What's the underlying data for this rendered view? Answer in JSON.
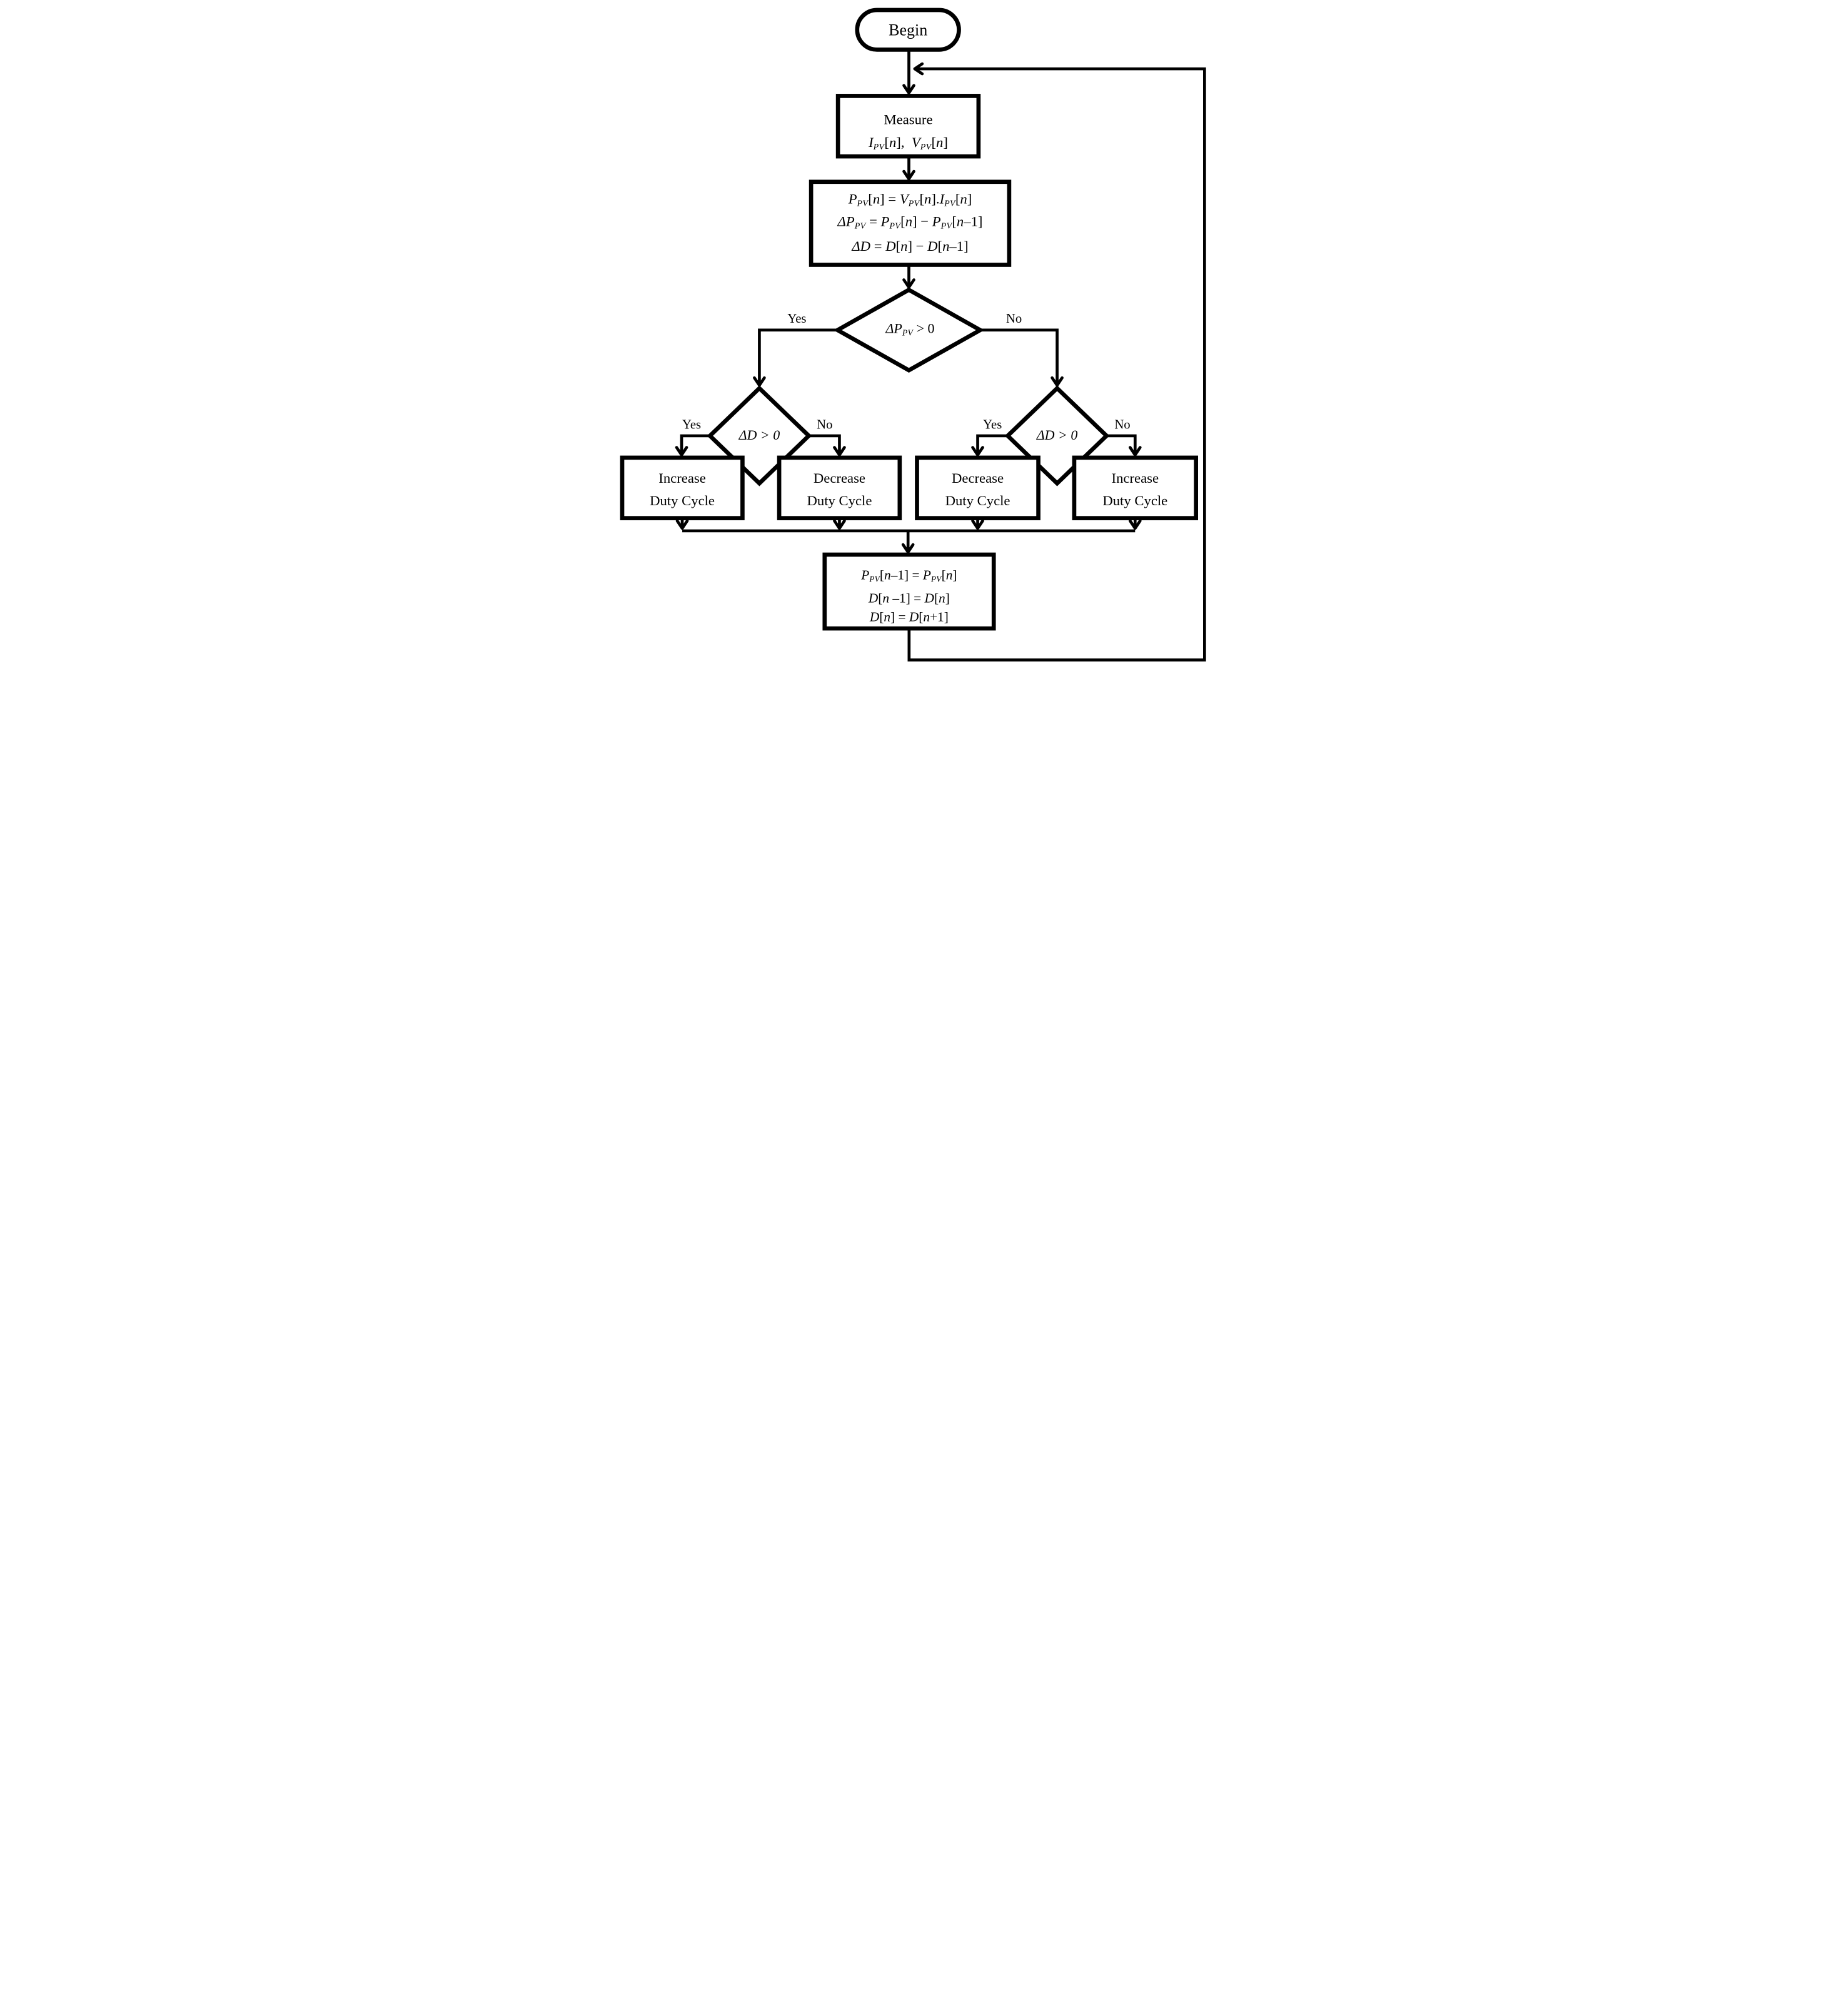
{
  "colors": {
    "ink": "#000000",
    "background": "#ffffff"
  },
  "nodes": {
    "begin": {
      "label": "Begin"
    },
    "measure": {
      "line1": "Measure",
      "line2": [
        [
          "I",
          "v"
        ],
        [
          "PV",
          "sv"
        ],
        [
          "[",
          "r"
        ],
        [
          "n",
          "v"
        ],
        [
          "], ",
          "r"
        ],
        [
          "V",
          "v"
        ],
        [
          "PV",
          "sv"
        ],
        [
          "[",
          "r"
        ],
        [
          "n",
          "v"
        ],
        [
          "]",
          "r"
        ]
      ]
    },
    "compute": {
      "line1": [
        [
          "P",
          "v"
        ],
        [
          "PV",
          "sv"
        ],
        [
          "[",
          "r"
        ],
        [
          "n",
          "v"
        ],
        [
          "] = ",
          "r"
        ],
        [
          "V",
          "v"
        ],
        [
          "PV",
          "sv"
        ],
        [
          "[",
          "r"
        ],
        [
          "n",
          "v"
        ],
        [
          "].",
          "r"
        ],
        [
          "I",
          "v"
        ],
        [
          "PV",
          "sv"
        ],
        [
          "[",
          "r"
        ],
        [
          "n",
          "v"
        ],
        [
          "]",
          "r"
        ]
      ],
      "line2": [
        [
          "ΔP",
          "v"
        ],
        [
          "PV",
          "sv"
        ],
        [
          " = ",
          "r"
        ],
        [
          "P",
          "v"
        ],
        [
          "PV",
          "sv"
        ],
        [
          "[",
          "r"
        ],
        [
          "n",
          "v"
        ],
        [
          "] − ",
          "r"
        ],
        [
          "P",
          "v"
        ],
        [
          "PV",
          "sv"
        ],
        [
          "[",
          "r"
        ],
        [
          "n",
          "v"
        ],
        [
          "–1]",
          "r"
        ]
      ],
      "line3": [
        [
          "ΔD",
          "v"
        ],
        [
          " = ",
          "r"
        ],
        [
          "D",
          "v"
        ],
        [
          "[",
          "r"
        ],
        [
          "n",
          "v"
        ],
        [
          "] − ",
          "r"
        ],
        [
          "D",
          "v"
        ],
        [
          "[",
          "r"
        ],
        [
          "n",
          "v"
        ],
        [
          "–1]",
          "r"
        ]
      ]
    },
    "decision_power": {
      "label": [
        [
          "ΔP",
          "v"
        ],
        [
          "PV",
          "sv"
        ],
        [
          " > 0",
          "r"
        ]
      ]
    },
    "decision_duty_left": {
      "label": [
        [
          "ΔD > 0",
          "v"
        ]
      ]
    },
    "decision_duty_right": {
      "label": [
        [
          "ΔD > 0",
          "v"
        ]
      ]
    },
    "action_increase_left": {
      "line1": "Increase",
      "line2": "Duty Cycle"
    },
    "action_decrease_left": {
      "line1": "Decrease",
      "line2": "Duty Cycle"
    },
    "action_decrease_right": {
      "line1": "Decrease",
      "line2": "Duty Cycle"
    },
    "action_increase_right": {
      "line1": "Increase",
      "line2": "Duty Cycle"
    },
    "update": {
      "line1": [
        [
          "P",
          "v"
        ],
        [
          "PV",
          "sv"
        ],
        [
          "[",
          "r"
        ],
        [
          "n",
          "v"
        ],
        [
          "–1] = ",
          "r"
        ],
        [
          "P",
          "v"
        ],
        [
          "PV",
          "sv"
        ],
        [
          "[",
          "r"
        ],
        [
          "n",
          "v"
        ],
        [
          "]",
          "r"
        ]
      ],
      "line2": [
        [
          "D",
          "v"
        ],
        [
          "[",
          "r"
        ],
        [
          "n",
          "v"
        ],
        [
          " –1] = ",
          "r"
        ],
        [
          "D",
          "v"
        ],
        [
          "[",
          "r"
        ],
        [
          "n",
          "v"
        ],
        [
          "]",
          "r"
        ]
      ],
      "line3": [
        [
          "D",
          "v"
        ],
        [
          "[",
          "r"
        ],
        [
          "n",
          "v"
        ],
        [
          "] = ",
          "r"
        ],
        [
          "D",
          "v"
        ],
        [
          "[",
          "r"
        ],
        [
          "n",
          "v"
        ],
        [
          "+1]",
          "r"
        ]
      ]
    }
  },
  "edge_labels": {
    "power_yes": "Yes",
    "power_no": "No",
    "duty_left_yes": "Yes",
    "duty_left_no": "No",
    "duty_right_yes": "Yes",
    "duty_right_no": "No"
  }
}
